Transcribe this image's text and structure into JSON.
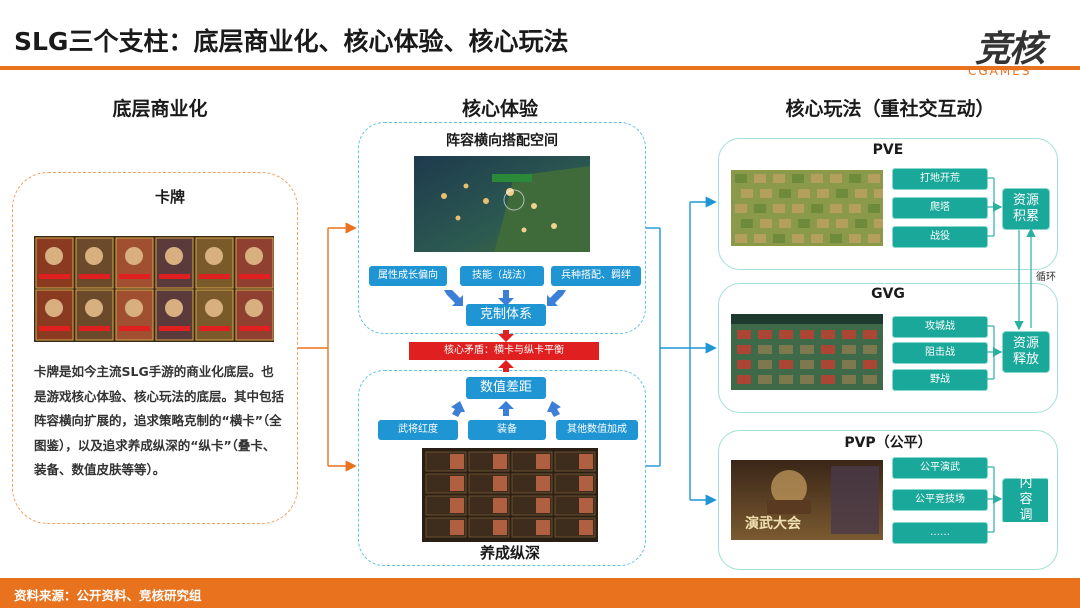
{
  "header": {
    "title": "SLG三个支柱：底层商业化、核心体验、核心玩法",
    "logo_cn": "竞核",
    "logo_en": "CGAMES"
  },
  "columns": {
    "left_title": "底层商业化",
    "middle_title": "核心体验",
    "right_title": "核心玩法（重社交互动）"
  },
  "left": {
    "card_title": "卡牌",
    "description": "卡牌是如今主流SLG手游的商业化底层。也是游戏核心体验、核心玩法的底层。其中包括阵容横向扩展的，追求策略克制的“横卡”（全图鉴），以及追求养成纵深的“纵卡”（叠卡、装备、数值皮肤等等）。"
  },
  "middle": {
    "top_title": "阵容横向搭配空间",
    "top_items": [
      "属性成长偏向",
      "技能（战法）",
      "兵种搭配、羁绊"
    ],
    "counter_system": "克制体系",
    "conflict": "核心矛盾：横卡与纵卡平衡",
    "numeric_gap": "数值差距",
    "bottom_items": [
      "武将红度",
      "装备",
      "其他数值加成"
    ],
    "bottom_title": "养成纵深"
  },
  "right": {
    "pve": {
      "title": "PVE",
      "items": [
        "打地开荒",
        "爬塔",
        "战役"
      ],
      "result": "资源积累"
    },
    "cycle_label": "循环",
    "gvg": {
      "title": "GVG",
      "items": [
        "攻城战",
        "阻击战",
        "野战"
      ],
      "result": "资源释放"
    },
    "pvp": {
      "title": "PVP（公平）",
      "items": [
        "公平演武",
        "公平竞技场",
        "……"
      ],
      "result": "内容调剂",
      "banner": "演武大会"
    }
  },
  "footer": {
    "source": "资料来源：公开资料、竞核研究组"
  },
  "colors": {
    "accent": "#e8721d",
    "blue": "#1f95d4",
    "teal": "#1aa89a",
    "red": "#e02020"
  }
}
